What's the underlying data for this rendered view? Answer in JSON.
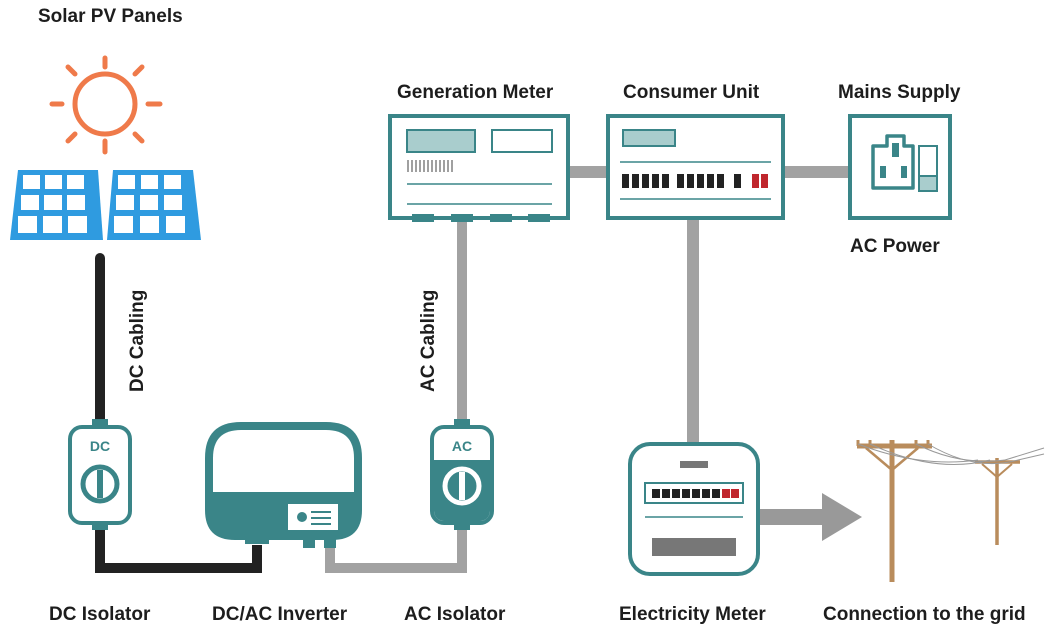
{
  "labels": {
    "solar_pv_panels": "Solar PV Panels",
    "generation_meter": "Generation Meter",
    "consumer_unit": "Consumer Unit",
    "mains_supply": "Mains Supply",
    "ac_power": "AC Power",
    "dc_cabling": "DC Cabling",
    "ac_cabling": "AC Cabling",
    "dc_isolator": "DC Isolator",
    "dc_ac_inverter": "DC/AC Inverter",
    "ac_isolator": "AC Isolator",
    "electricity_meter": "Electricity Meter",
    "connection_to_grid": "Connection to the grid"
  },
  "isolator_tags": {
    "dc": "DC",
    "ac": "AC"
  },
  "colors": {
    "teal": "#3a8588",
    "teal_light": "#a9cdcd",
    "sun_orange": "#ef7a4a",
    "panel_blue": "#2f9be0",
    "dc_cable": "#222222",
    "ac_cable": "#a2a2a2",
    "breaker_red": "#c0262d",
    "pole_brown": "#b98c5c"
  },
  "icons": [
    "sun-icon",
    "solar-panel-icon",
    "socket-icon",
    "power-pole-icon",
    "arrow-icon"
  ]
}
